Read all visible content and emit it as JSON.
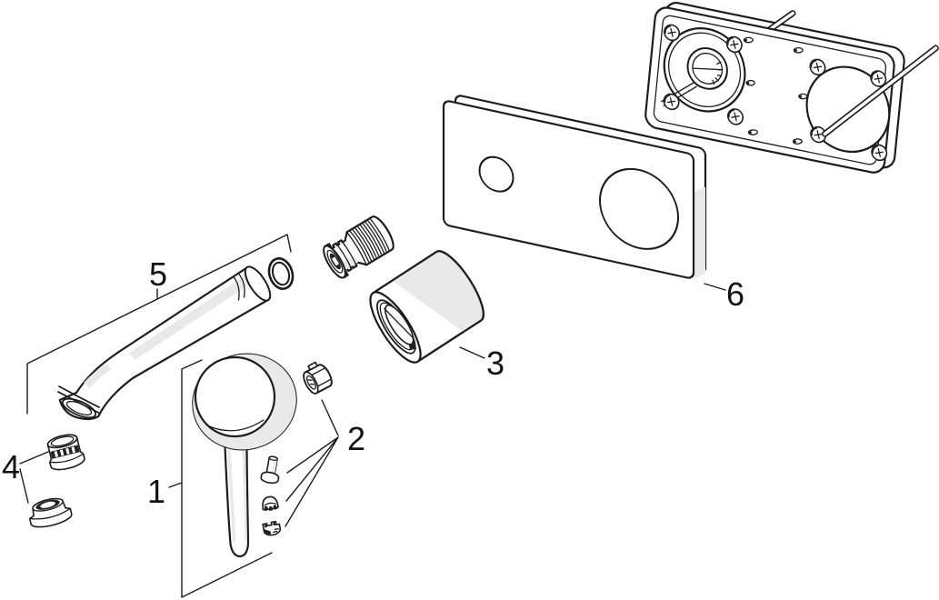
{
  "figure": {
    "type": "exploded-parts-diagram",
    "subject": "wall-mounted-single-lever-basin-mixer",
    "background_color": "#ffffff",
    "line_color": "#1c1c1c",
    "shade_color": "#e9e9e9",
    "text_color": "#111111"
  },
  "parts": [
    {
      "label": "1",
      "name": "lever-handle"
    },
    {
      "label": "2",
      "name": "fastener-set"
    },
    {
      "label": "3",
      "name": "escutcheon-sleeve"
    },
    {
      "label": "4",
      "name": "aerator-set"
    },
    {
      "label": "5",
      "name": "spout"
    },
    {
      "label": "6",
      "name": "cover-plate"
    }
  ]
}
